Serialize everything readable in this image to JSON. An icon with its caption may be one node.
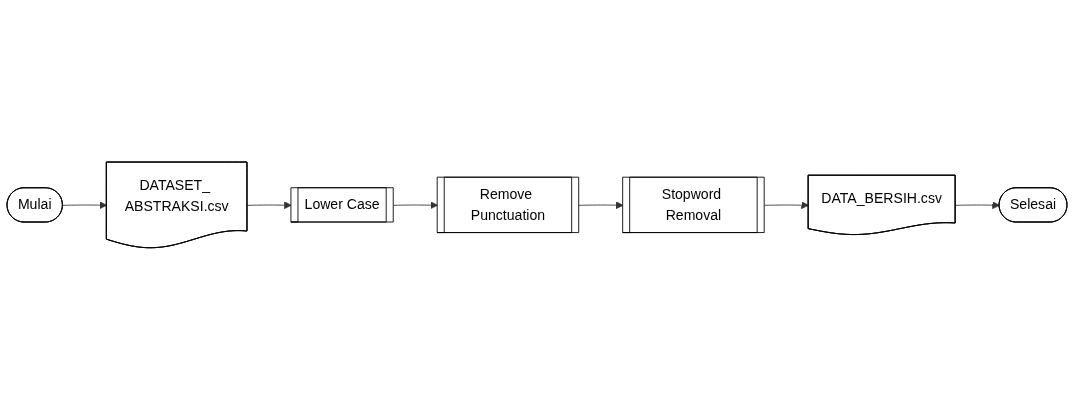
{
  "diagram": {
    "nodes": [
      {
        "text": [
          "Mulai"
        ]
      },
      {
        "text": [
          "DATASET_ ABSTRAKSI.csv"
        ]
      },
      {
        "text": [
          "Lower Case"
        ]
      },
      {
        "text": [
          "Remove Punctuation"
        ]
      },
      {
        "text": [
          "Stopword Removal"
        ]
      },
      {
        "text": [
          "DATA_BERSIH.csv"
        ]
      },
      {
        "text": [
          "Selesai"
        ]
      }
    ],
    "edges": [
      {
        "from": 0,
        "to": 1,
        "arrow": "to"
      },
      {
        "from": 1,
        "to": 2,
        "arrow": "to"
      },
      {
        "from": 2,
        "to": 3,
        "arrow": "to"
      },
      {
        "from": 3,
        "to": 4,
        "arrow": "to"
      },
      {
        "from": 4,
        "to": 5,
        "arrow": "to"
      },
      {
        "from": 5,
        "to": 6,
        "arrow": "to"
      }
    ]
  }
}
